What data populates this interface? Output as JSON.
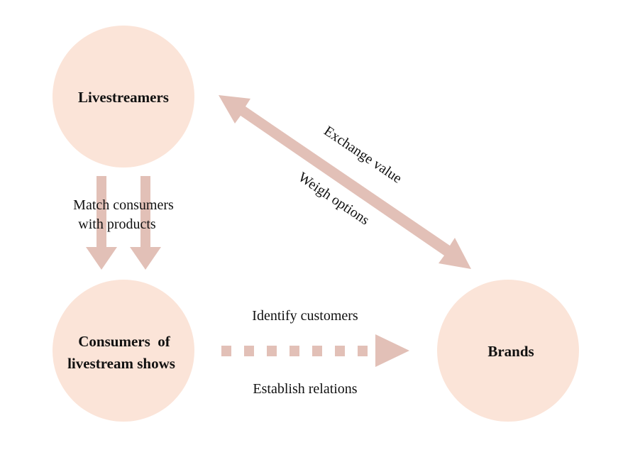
{
  "colors": {
    "circle_fill": "#fbe4d8",
    "arrow_fill": "#e2c0b7",
    "text": "#111111"
  },
  "nodes": {
    "livestreamers": {
      "label": "Livestreamers"
    },
    "consumers": {
      "label_lines": [
        "Consumers  of",
        "livestream shows"
      ]
    },
    "brands": {
      "label": "Brands"
    }
  },
  "edges": {
    "livestreamers_to_consumers": {
      "style": "double-arrow-down",
      "label_lines": [
        "Match consumers",
        "with products"
      ]
    },
    "consumers_to_brands": {
      "style": "dashed-arrow-right",
      "label_top": "Identify customers",
      "label_bottom": "Establish relations"
    },
    "livestreamers_brands": {
      "style": "bidirectional-arrow",
      "label_upper": "Exchange value",
      "label_lower": "Weigh options"
    }
  }
}
